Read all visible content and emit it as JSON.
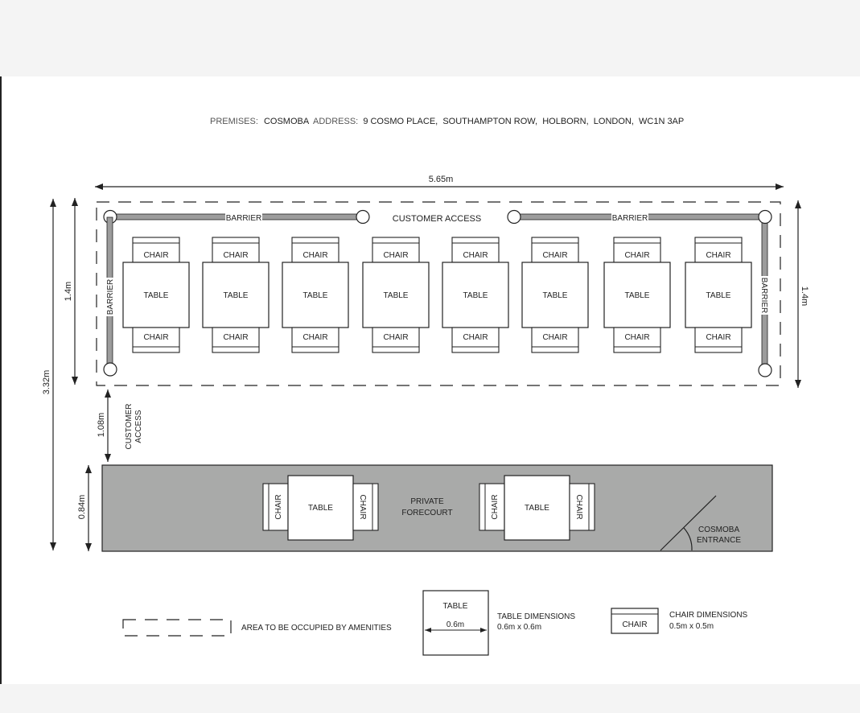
{
  "header": {
    "premises_label": "PREMISES:",
    "premises_value": "COSMOBA",
    "address_label": "ADDRESS:",
    "address_value": "9 COSMO PLACE,  SOUTHAMPTON ROW,  HOLBORN,  LONDON,  WC1N 3AP"
  },
  "dimensions": {
    "width": "5.65m",
    "total_height": "3.32m",
    "area_height_left": "1.4m",
    "area_height_right": "1.4m",
    "access_height": "1.08m",
    "forecourt_height": "0.84m"
  },
  "labels": {
    "barrier": "BARRIER",
    "customer_access": "CUSTOMER ACCESS",
    "customer_access_v1": "CUSTOMER",
    "customer_access_v2": "ACCESS",
    "table": "TABLE",
    "chair": "CHAIR",
    "private_forecourt_1": "PRIVATE",
    "private_forecourt_2": "FORECOURT",
    "entrance_1": "COSMOBA",
    "entrance_2": "ENTRANCE"
  },
  "layout": {
    "table_sets_count": 8,
    "forecourt_sets_count": 2
  },
  "legend": {
    "area_text": "AREA TO BE OCCUPIED BY AMENITIES",
    "table_label": "TABLE",
    "table_measure": "0.6m",
    "table_dims_title": "TABLE DIMENSIONS",
    "table_dims_value": "0.6m x 0.6m",
    "chair_label": "CHAIR",
    "chair_dims_title": "CHAIR DIMENSIONS",
    "chair_dims_value": "0.5m x 0.5m"
  },
  "colors": {
    "page": "#ffffff",
    "band": "#f4f4f4",
    "line": "#222222",
    "forecourt": "#a9aaa9",
    "barrier_fill": "#9c9c9c"
  }
}
